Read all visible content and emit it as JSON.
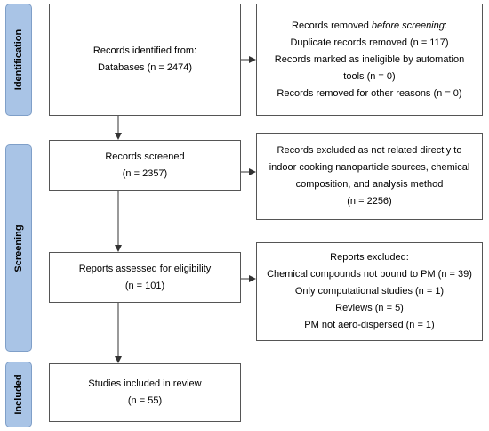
{
  "phases": {
    "identification": "Identification",
    "screening": "Screening",
    "included": "Included"
  },
  "boxes": {
    "identified": {
      "line1": "Records identified from:",
      "line2": "Databases (n = 2474)"
    },
    "removed": {
      "heading_pre": "Records removed ",
      "heading_em": "before screening",
      "heading_post": ":",
      "line1": "Duplicate records removed (n = 117)",
      "line2": "Records marked as ineligible by automation",
      "line3": "tools (n = 0)",
      "line4": "Records removed for other reasons (n = 0)"
    },
    "screened": {
      "line1": "Records screened",
      "line2": "(n = 2357)"
    },
    "excluded_records": {
      "line1": "Records excluded as not related directly to",
      "line2": "indoor cooking nanoparticle sources, chemical",
      "line3": "composition, and analysis method",
      "line4": "(n = 2256)"
    },
    "assessed": {
      "line1": "Reports assessed for eligibility",
      "line2": "(n = 101)"
    },
    "reports_excluded": {
      "line1": "Reports excluded:",
      "line2": "Chemical compounds not bound to PM (n = 39)",
      "line3": "Only computational studies (n = 1)",
      "line4": "Reviews (n = 5)",
      "line5": "PM not aero-dispersed (n = 1)"
    },
    "included": {
      "line1": "Studies included in review",
      "line2": "(n = 55)"
    }
  }
}
